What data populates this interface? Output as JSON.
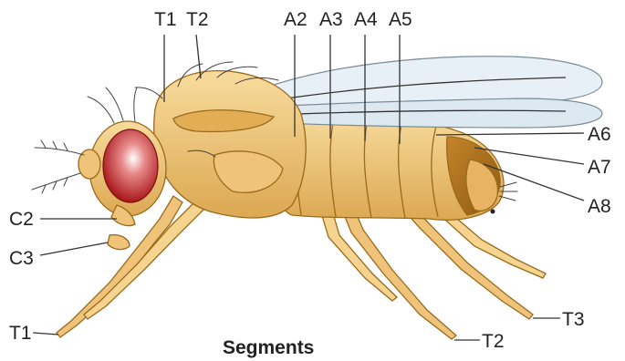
{
  "title": "Segments",
  "labels": {
    "T1_top": "T1",
    "T2_top": "T2",
    "A2": "A2",
    "A3": "A3",
    "A4": "A4",
    "A5": "A5",
    "A6": "A6",
    "A7": "A7",
    "A8": "A8",
    "C2": "C2",
    "C3": "C3",
    "T1_leg": "T1",
    "T2_leg": "T2",
    "T3_leg": "T3"
  },
  "colors": {
    "body_fill": "#f1c877",
    "body_shade": "#d9a24a",
    "eye_outer": "#b11d1d",
    "eye_inner": "#f4d6d6",
    "wing": "#e4eef4",
    "posterior": "#b67a1a"
  }
}
